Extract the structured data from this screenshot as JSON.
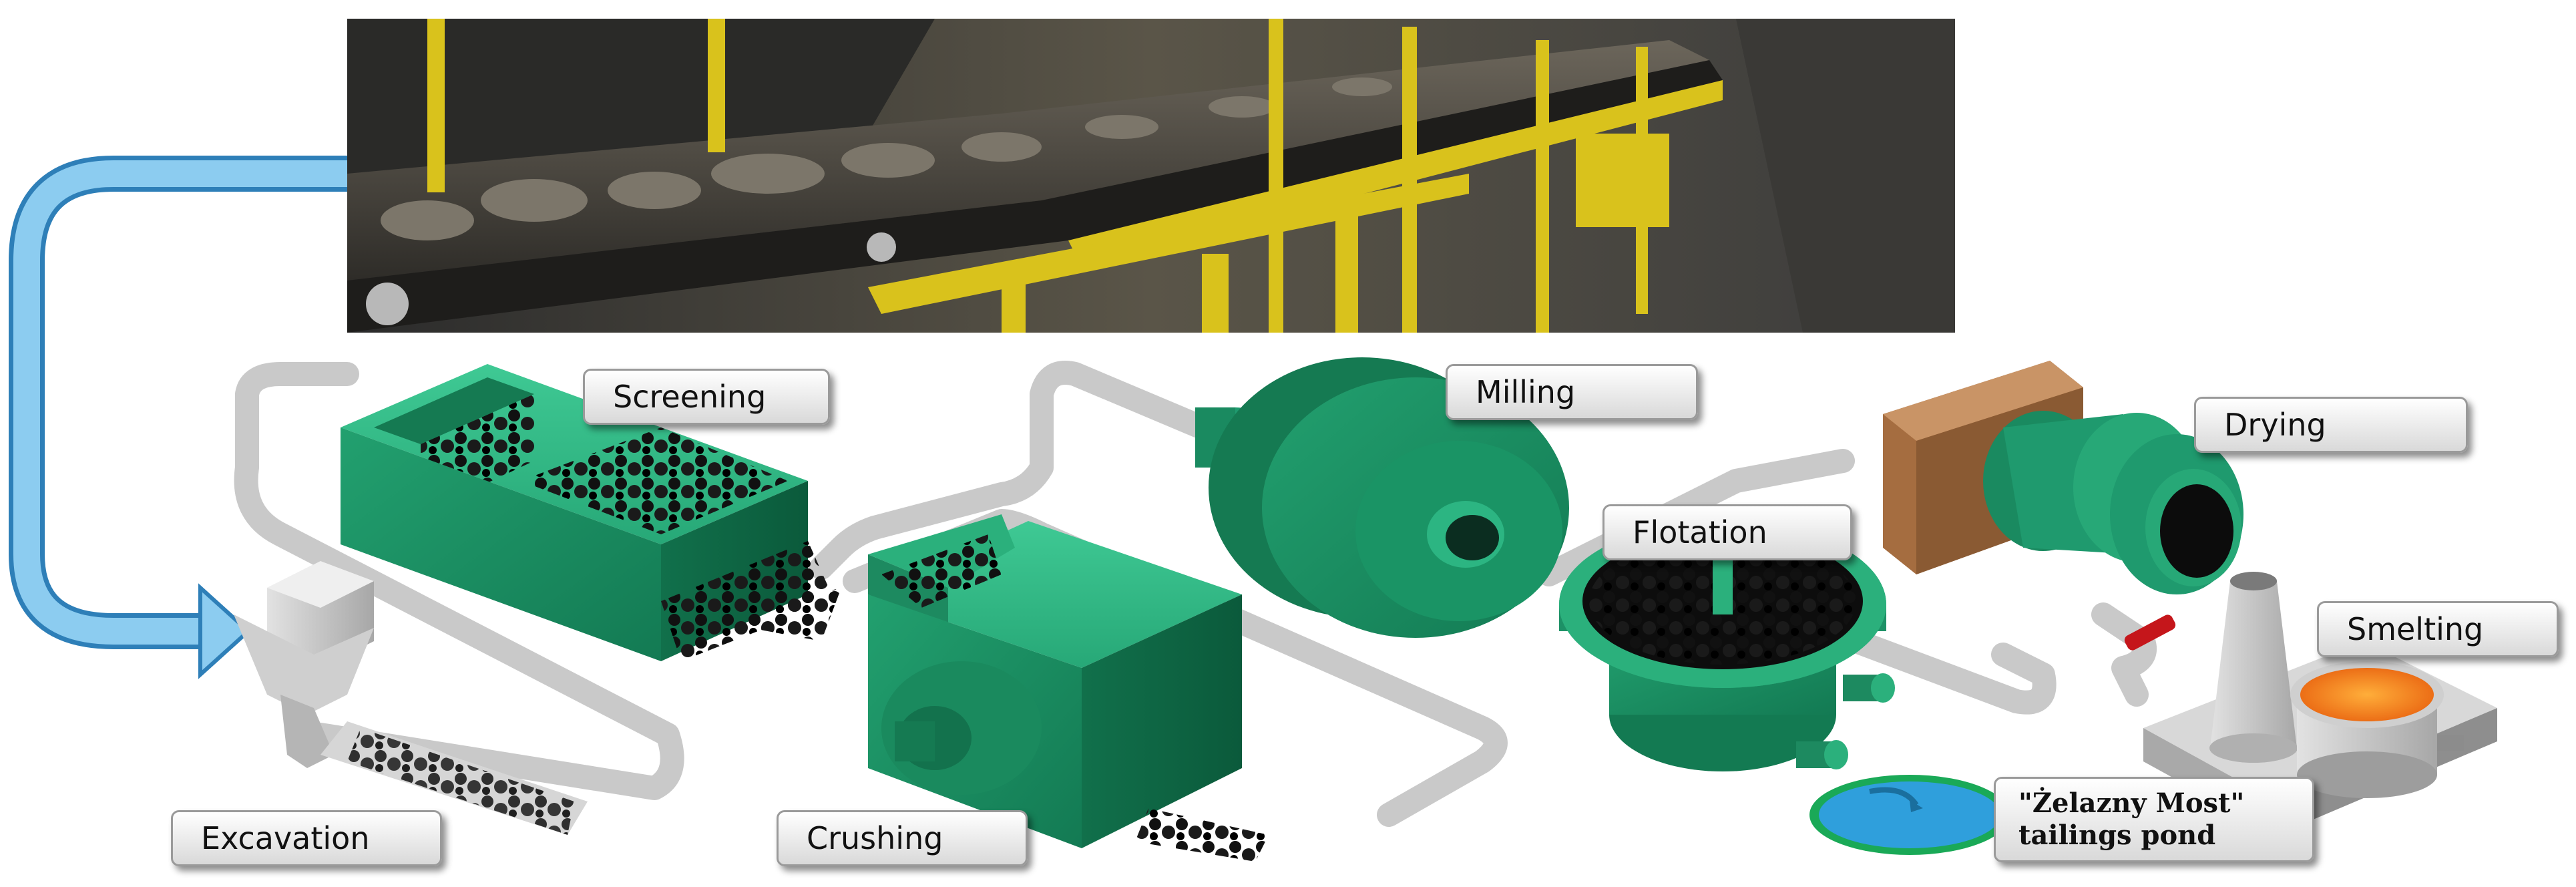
{
  "labels": {
    "screening": "Screening",
    "milling": "Milling",
    "drying": "Drying",
    "flotation": "Flotation",
    "smelting": "Smelting",
    "excavation": "Excavation",
    "crushing": "Crushing",
    "pond_line1": "\"Żelazny Most\"",
    "pond_line2": "tailings pond"
  },
  "colors": {
    "equipment_green": "#1f9a6e",
    "pipe_gray": "#c9c9c9",
    "arrow_blue": "#7ec3ea",
    "molten_orange": "#f47c20",
    "pond_blue": "#2f9fdc",
    "dryer_box_brown": "#b37a4c"
  },
  "icons": {
    "photo": "conveyor-belt-photo",
    "hopper": "excavation-hopper-icon",
    "screen": "screening-machine-icon",
    "crusher": "crusher-icon",
    "mill": "ball-mill-icon",
    "flotation": "flotation-cell-icon",
    "dryer": "rotary-dryer-icon",
    "furnace": "smelting-furnace-icon",
    "pond": "tailings-pond-icon"
  }
}
